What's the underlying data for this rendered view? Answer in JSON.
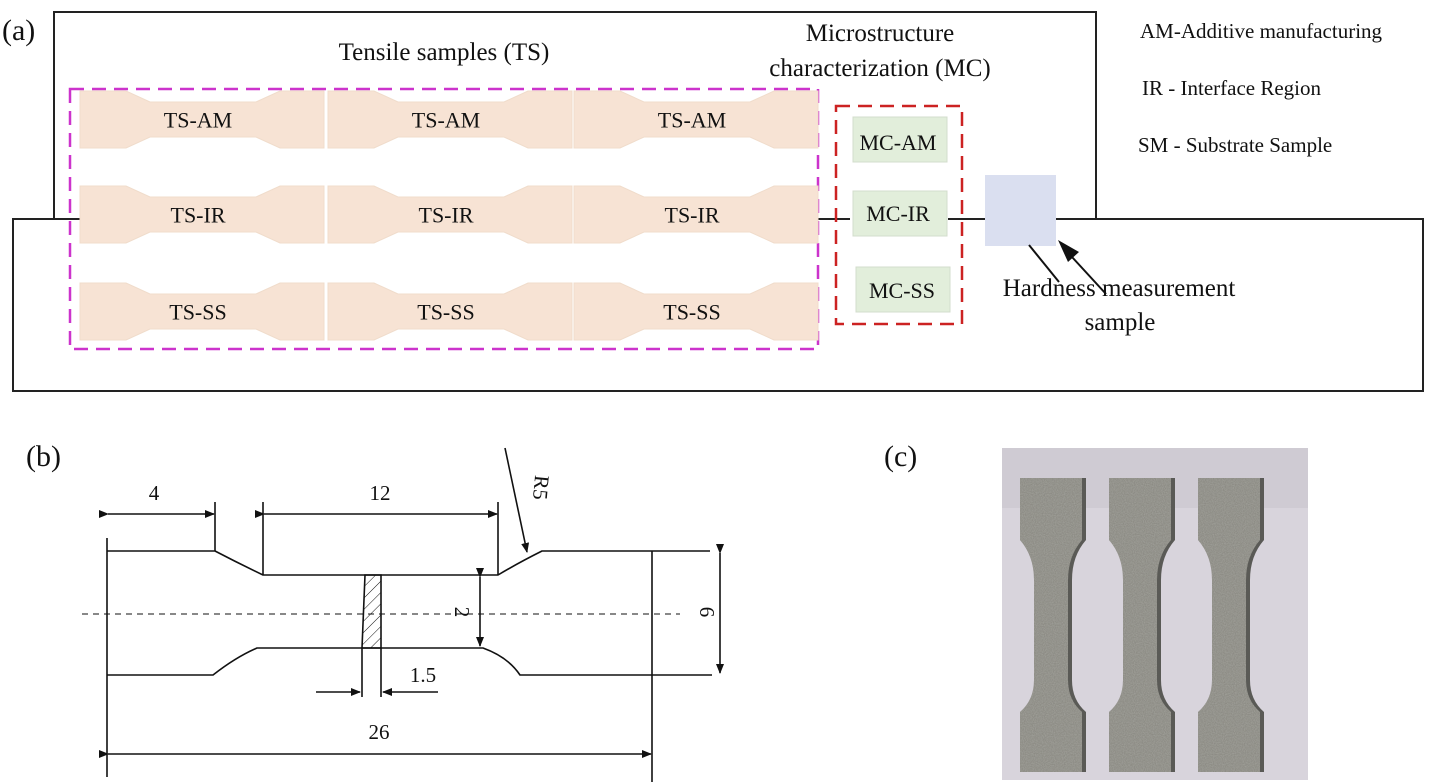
{
  "panel_a": {
    "label": "(a)",
    "tensile_title": "Tensile samples (TS)",
    "mc_title_line1": "Microstructure",
    "mc_title_line2": "characterization (MC)",
    "tensile_rows": [
      [
        "TS-AM",
        "TS-AM",
        "TS-AM"
      ],
      [
        "TS-IR",
        "TS-IR",
        "TS-IR"
      ],
      [
        "TS-SS",
        "TS-SS",
        "TS-SS"
      ]
    ],
    "mc_samples": [
      "MC-AM",
      "MC-IR",
      "MC-SS"
    ],
    "hardness_line1": "Hardness measurement",
    "hardness_line2": "sample",
    "legend": [
      "AM-Additive manufacturing",
      "IR - Interface Region",
      "SM - Substrate Sample"
    ],
    "colors": {
      "tensile_fill": "#f7e3d4",
      "mc_fill": "#e2eedb",
      "hardness_fill": "#dadff0",
      "tensile_border": "#cc33cc",
      "mc_border": "#cc2222"
    }
  },
  "panel_b": {
    "label": "(b)",
    "dim_grip": "4",
    "dim_gauge": "12",
    "dim_radius": "R5",
    "dim_gauge_width": "2",
    "dim_thickness": "1.5",
    "dim_grip_width": "6",
    "dim_total": "26"
  },
  "panel_c": {
    "label": "(c)",
    "photo_desc": "Three machined tensile specimens"
  }
}
